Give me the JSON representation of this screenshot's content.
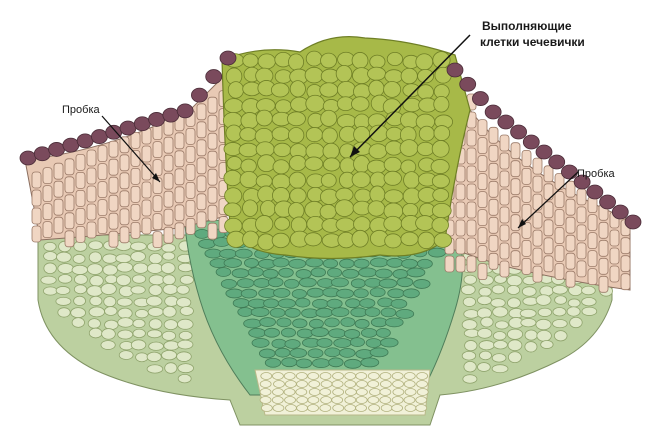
{
  "labels": {
    "cork_left": "Пробка",
    "cork_right": "Пробка",
    "filling_line1": "Выполняющие",
    "filling_line2": "клетки чечевички"
  },
  "colors": {
    "cork_cap": "#7a4a5c",
    "cork_cells": "#e8c9b4",
    "filling_cells": "#a7b948",
    "filling_cell_stroke": "#6f7f26",
    "phellogen_cells": "#5faa7e",
    "parenchyma": "#bcd0a0",
    "parenchyma_cells": "#dfe8c8",
    "base_cells": "#f1f1d8",
    "outline": "#4a5a3a"
  }
}
